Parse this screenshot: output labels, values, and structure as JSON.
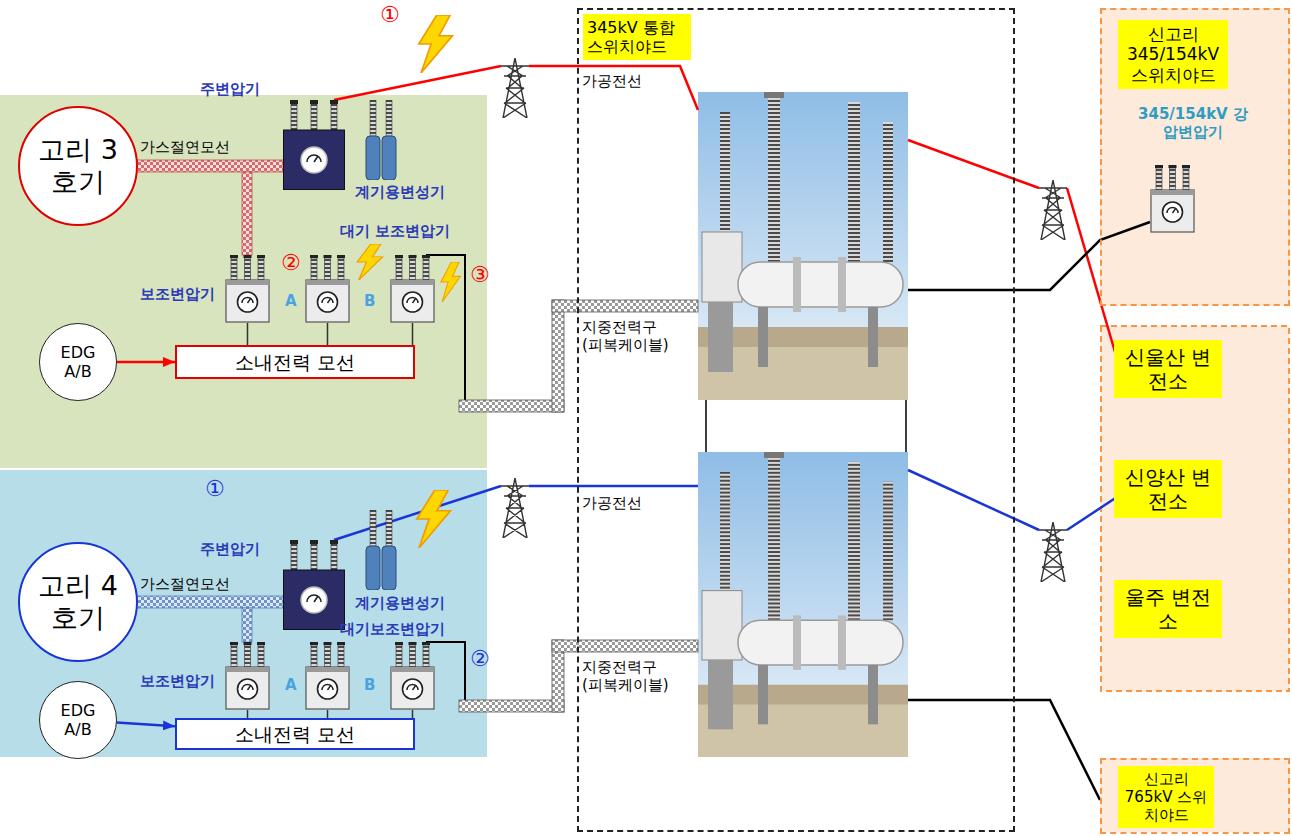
{
  "diagram": {
    "nodes": [
      {
        "text": [
          "345kV 통합 스위치야드"
        ]
      },
      {
        "text": [
          "신고리 345/154kV 스위치야드",
          "345/154kV 강압변압기"
        ]
      },
      {
        "text": [
          "고리 3호기"
        ]
      },
      {
        "text": [
          "EDG A/B"
        ]
      },
      {
        "text": [
          "소내전력 모선"
        ]
      },
      {
        "text": [
          "신울산 변전소"
        ]
      },
      {
        "text": [
          "신양산 변전소"
        ]
      },
      {
        "text": [
          "울주 변전소"
        ]
      },
      {
        "text": [
          "고리 4호기"
        ]
      },
      {
        "text": [
          "EDG A/B"
        ]
      },
      {
        "text": [
          "소내전력 모선"
        ]
      },
      {
        "text": [
          "신고리 765kV 스위치야드"
        ]
      }
    ],
    "edges": [
      {
        "from": 3,
        "to": 4,
        "arrow": "to"
      },
      {
        "from": 9,
        "to": 10,
        "arrow": "to"
      }
    ],
    "labels": [
      "①",
      "주변압기",
      "가스절연모선",
      "계기용변성기",
      "가공전선",
      "대기 보조변압기",
      "②",
      "③",
      "보조변압기",
      "A",
      "B",
      "지중전력구 (피복케이블)",
      "①",
      "가공전선",
      "주변압기",
      "가스절연모선",
      "계기용변성기",
      "대기보조변압기",
      "②",
      "보조변압기",
      "A",
      "B",
      "지중전력구 (피복케이블)"
    ]
  }
}
